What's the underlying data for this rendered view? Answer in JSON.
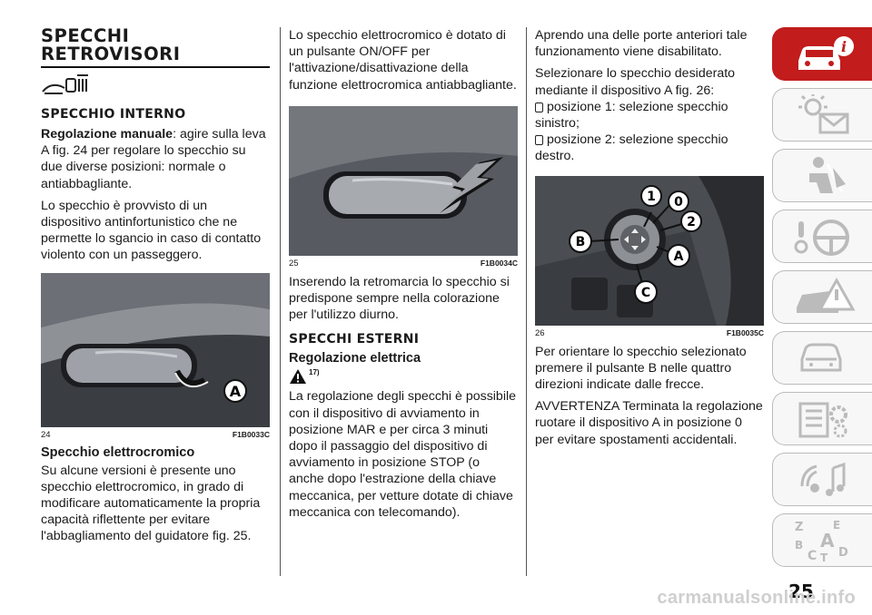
{
  "col1": {
    "section_title_line1": "SPECCHI",
    "section_title_line2": "RETROVISORI",
    "sub1": "SPECCHIO INTERNO",
    "p1_bold": "Regolazione manuale",
    "p1_rest": ": agire sulla leva A fig. 24 per regolare lo specchio su due diverse posizioni: normale o antiabbagliante.",
    "p2": "Lo specchio è provvisto di un dispositivo antinfortunistico che ne permette lo sgancio in caso di contatto violento con un passeggero.",
    "fig_num": "24",
    "fig_code": "F1B0033C",
    "fig_label": "A",
    "h3": "Specchio elettrocromico",
    "p3": "Su alcune versioni è presente uno specchio elettrocromico, in grado di modificare automaticamente la propria capacità riflettente per evitare l'abbagliamento del guidatore fig. 25."
  },
  "col2": {
    "p1": "Lo specchio elettrocromico è dotato di un pulsante ON/OFF per l'attivazione/disattivazione della funzione elettrocromica antiabbagliante.",
    "fig_num": "25",
    "fig_code": "F1B0034C",
    "p2": "Inserendo la retromarcia lo specchio si predispone sempre nella colorazione per l'utilizzo diurno.",
    "sub": "SPECCHI ESTERNI",
    "h3": "Regolazione elettrica",
    "ref": "17)",
    "p3": "La regolazione degli specchi è possibile con il dispositivo di avviamento in posizione MAR e per circa 3 minuti dopo il passaggio del dispositivo di avviamento in posizione STOP (o anche dopo l'estrazione della chiave meccanica, per vetture dotate di chiave meccanica con telecomando)."
  },
  "col3": {
    "p1": "Aprendo una delle porte anteriori tale funzionamento viene disabilitato.",
    "p2": "Selezionare lo specchio desiderato mediante il dispositivo A fig. 26:",
    "b1": "posizione 1: selezione specchio sinistro;",
    "b2": "posizione 2: selezione specchio destro.",
    "fig_num": "26",
    "fig_code": "F1B0035C",
    "fig_labels": [
      "1",
      "0",
      "2",
      "B",
      "A",
      "C"
    ],
    "p3": "Per orientare lo specchio selezionato premere il pulsante B nelle quattro direzioni indicate dalle frecce.",
    "p4": "AVVERTENZA Terminata la regolazione ruotare il dispositivo A in posizione 0 per evitare spostamenti accidentali."
  },
  "side_tabs": [
    "car-info-icon",
    "warning-lights-icon",
    "seat-safety-icon",
    "steering-wheel-icon",
    "emergency-icon",
    "maintenance-icon",
    "specs-icon",
    "multimedia-icon",
    "index-icon"
  ],
  "index_letters": [
    "Z",
    "E",
    "A",
    "B",
    "C",
    "T",
    "D"
  ],
  "page_number": "25",
  "watermark": "carmanualsonline.info",
  "colors": {
    "accent": "#c21c1c"
  }
}
